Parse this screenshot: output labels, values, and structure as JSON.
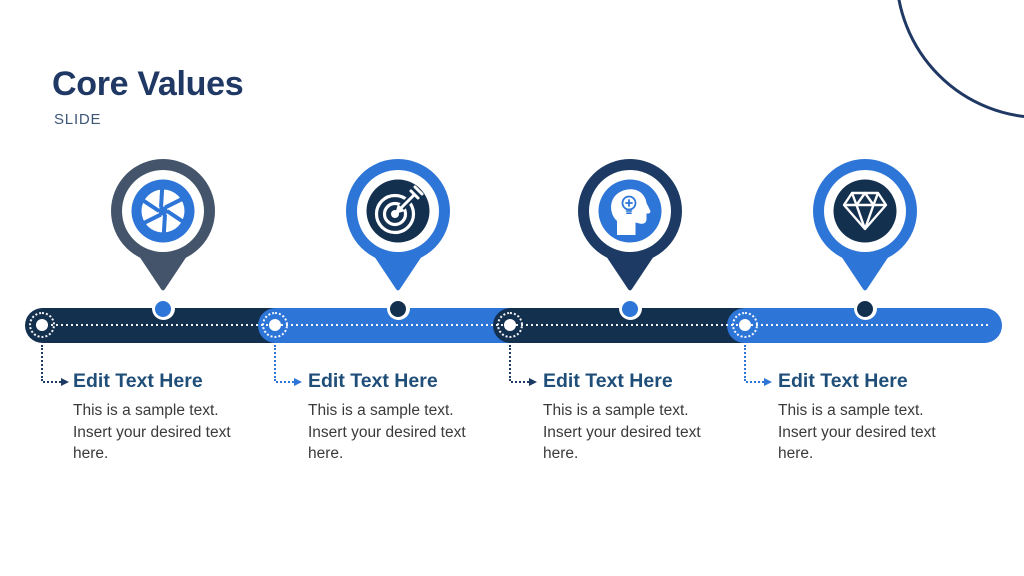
{
  "slide": {
    "title": "Core Values",
    "subtitle": "SLIDE"
  },
  "palette": {
    "title_navy": "#1f3864",
    "bar_dark_navy": "#14304f",
    "accent_blue": "#2e75d8",
    "pin_slate": "#44546a",
    "pin_navy": "#1c3a63",
    "heading_blue": "#1f4e79",
    "body_text": "#3a3a3a",
    "background": "#ffffff"
  },
  "timeline": {
    "items": [
      {
        "icon": "aperture-icon",
        "heading": "Edit Text Here",
        "body": "This is a sample text. Insert your desired text here."
      },
      {
        "icon": "target-arrow-icon",
        "heading": "Edit Text Here",
        "body": "This is a sample text. Insert your desired text here."
      },
      {
        "icon": "head-lightbulb-icon",
        "heading": "Edit Text Here",
        "body": "This is a sample text. Insert your desired text here."
      },
      {
        "icon": "diamond-icon",
        "heading": "Edit Text Here",
        "body": "This is a sample text. Insert your desired text here."
      }
    ]
  }
}
